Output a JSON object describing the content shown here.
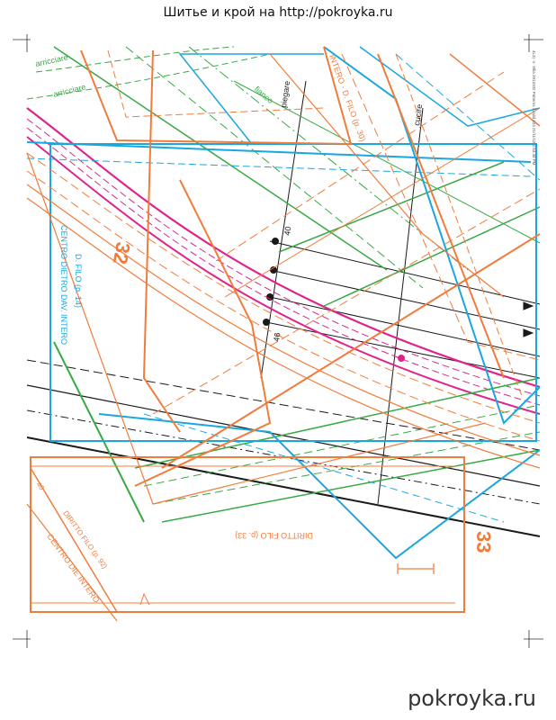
{
  "header": {
    "title": "Шитье и крой на http://pokroyka.ru"
  },
  "footer": {
    "site": "pokroyka.ru"
  },
  "pattern": {
    "piece_32": {
      "number": "32",
      "grain": "D. FILO (p. 14)",
      "center": "CENTRO DIETRO DAV. INTERO"
    },
    "piece_33": {
      "number": "33",
      "grain": "DIRITTO FILO (p. 33)",
      "center": "CENTRO DIE INTERO",
      "grain_small": "DIRITTO FILO (p. 92)",
      "size": "40"
    },
    "labels": {
      "arricciare": "arricciare",
      "arricciare2": "arricciare",
      "fianco": "fianco",
      "piegare": "piegare",
      "cucire": "cucire",
      "grain_top": "INTERO - D. FILO (p. 30)",
      "size_40": "40",
      "size_46": "46",
      "side_stamp": "4L3) -1- Sfila 2013102 Patterns 1.indd 124 21/11/12 2.53.40 PM"
    },
    "colors": {
      "orange": "#f07c3c",
      "blue": "#1aa7df",
      "green": "#39a845",
      "magenta": "#e0238c",
      "black": "#1a1a1a"
    }
  }
}
